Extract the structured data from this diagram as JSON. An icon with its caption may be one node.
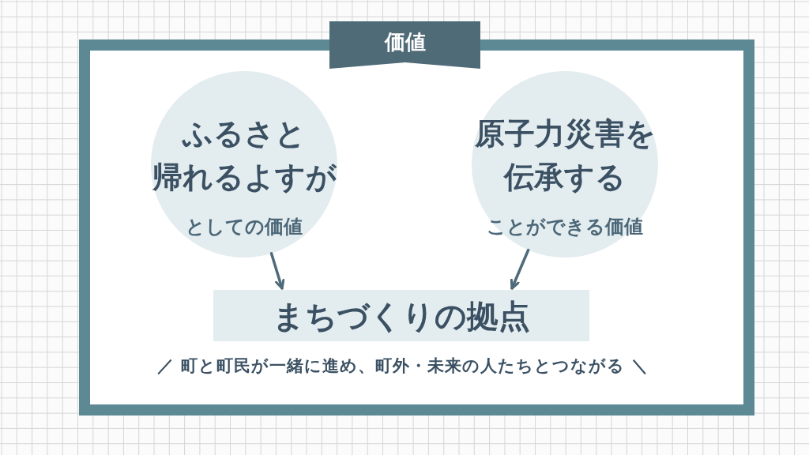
{
  "diagram": {
    "nodes": [
      {
        "text": [
          "価値"
        ]
      },
      {
        "text": [
          "ふるさと帰れるよすが",
          "としての価値"
        ],
        "in": 0
      },
      {
        "text": [
          "原子力災害を伝承する",
          "ことができる価値"
        ],
        "in": 0
      },
      {
        "text": [
          "まちづくりの拠点"
        ],
        "in": 0
      }
    ],
    "edges": [
      {
        "from": 1,
        "to": 3,
        "arrow": "to"
      },
      {
        "from": 2,
        "to": 3,
        "arrow": "to"
      }
    ],
    "labels": [
      "／ 町と町民が一緒に進め、町外・未来の人たちとつながる ＼"
    ]
  }
}
